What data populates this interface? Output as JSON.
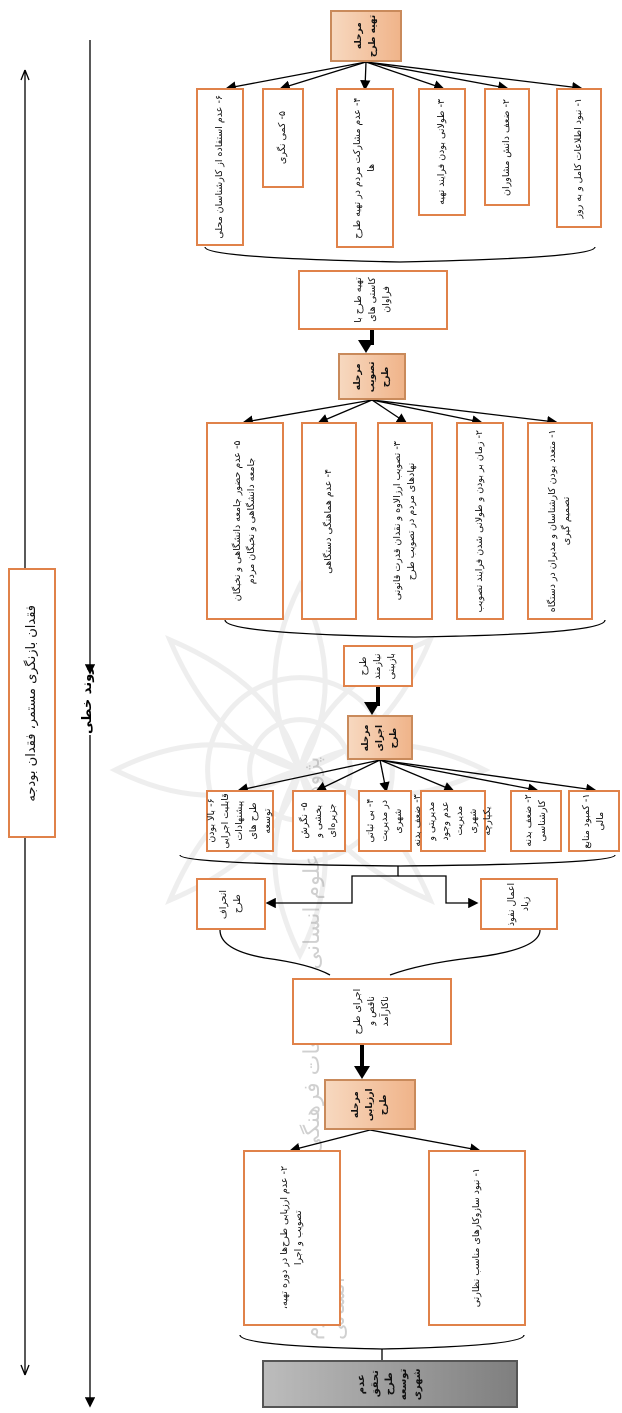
{
  "timeline_label": "روند خطی",
  "side_box": "فقدان بازنگری مستمر، فقدان بودجه",
  "stages": [
    {
      "key": "prep",
      "label": "مرحله تهیه طرح"
    },
    {
      "key": "approve",
      "label": "مرحله تصویب طرح"
    },
    {
      "key": "exec",
      "label": "مرحله اجرای طرح"
    },
    {
      "key": "eval",
      "label": "مرحله ارزیابی طرح"
    }
  ],
  "prep_problems": [
    "۱- نبود اطلاعات کامل و به روز",
    "۲- ضعف دانش مشاوران",
    "۳- طولانی بودن فرایند تهیه",
    "۴- عدم مشارکت مردم در تهیه طرح ها",
    "۵- کمی نگری",
    "۶- عدم استفاده از کارشناسان محلی"
  ],
  "prep_result": "تهیه طرح با کاستی های فراوان",
  "approve_problems": [
    "۱- متعدد بودن کارشناسان و مدیران در دستگاه تصمیم گیری",
    "۲- زمان بر بودن و طولانی شدن فرایند تصویب",
    "۳- تصویب ارزالاوه و نقدان قدرت قانونی نهادهای مردم در تصویب طرح",
    "۴- عدم هماهنگی دستگاهی",
    "۵- عدم حضور جامعه دانشگاهی و نخبگان جامعه دانشگاهی و نخبگان مردم"
  ],
  "approve_result": "طرح نیازمند بازبینی",
  "exec_problems": [
    "۱- کمبود منابع مالی",
    "۲- ضعف بدنه کارشناسی",
    "۳- ضعف بدنه مدیریتی و عدم وجود مدیریت شهری یکپارچه",
    "۴- بی ثباتی در مدیریت شهری",
    "۵- نگرش بخشی و جزیره‌ای",
    "۶- بالا بودن قابلیت اجرایی پیشنهادات طرح های توسعه"
  ],
  "exec_branch_left": "انحراف طرح",
  "exec_branch_right": "اعمال نفوذ زیاد",
  "exec_result": "اجرای طرح ناقص و ناکارآمد",
  "eval_problems": [
    "۱- نبود سازوکارهای مناسب نظارتی",
    "۲- عدم ارزیابی طرح‌ها در دوره تهیه، تصویب و اجرا"
  ],
  "outcome": "عدم تحقق طرح توسعه شهری",
  "watermark_text": "پژوهشگاه علوم انسانی و مطالعات فرهنگی — پرتال جامع علوم انسانی"
}
